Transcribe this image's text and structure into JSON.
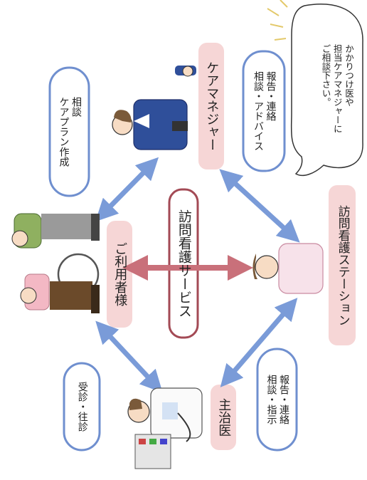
{
  "diagram": {
    "center_label": "訪問看護サービス",
    "nodes": {
      "care_manager": "ケアマネジャー",
      "user": "ご利用者様",
      "station": "訪問看護ステーション",
      "doctor": "主治医"
    },
    "notes": {
      "consult_careplan": "相談\nケアプラン作成",
      "report_advice": "報告・連絡\n相談・アドバイス",
      "visit": "受診・往診",
      "report_instruction": "報告・連絡\n相談・指示"
    },
    "speech_bubble": "かかりつけ医や\n担当ケアマネジャーに\nご相談下さい。"
  },
  "colors": {
    "pink_label": "#f6d6d6",
    "blue_outline": "#6f8fcf",
    "blue_arrow": "#7a9bd8",
    "red_arrow": "#c9707a",
    "center_border": "#a34a55"
  }
}
